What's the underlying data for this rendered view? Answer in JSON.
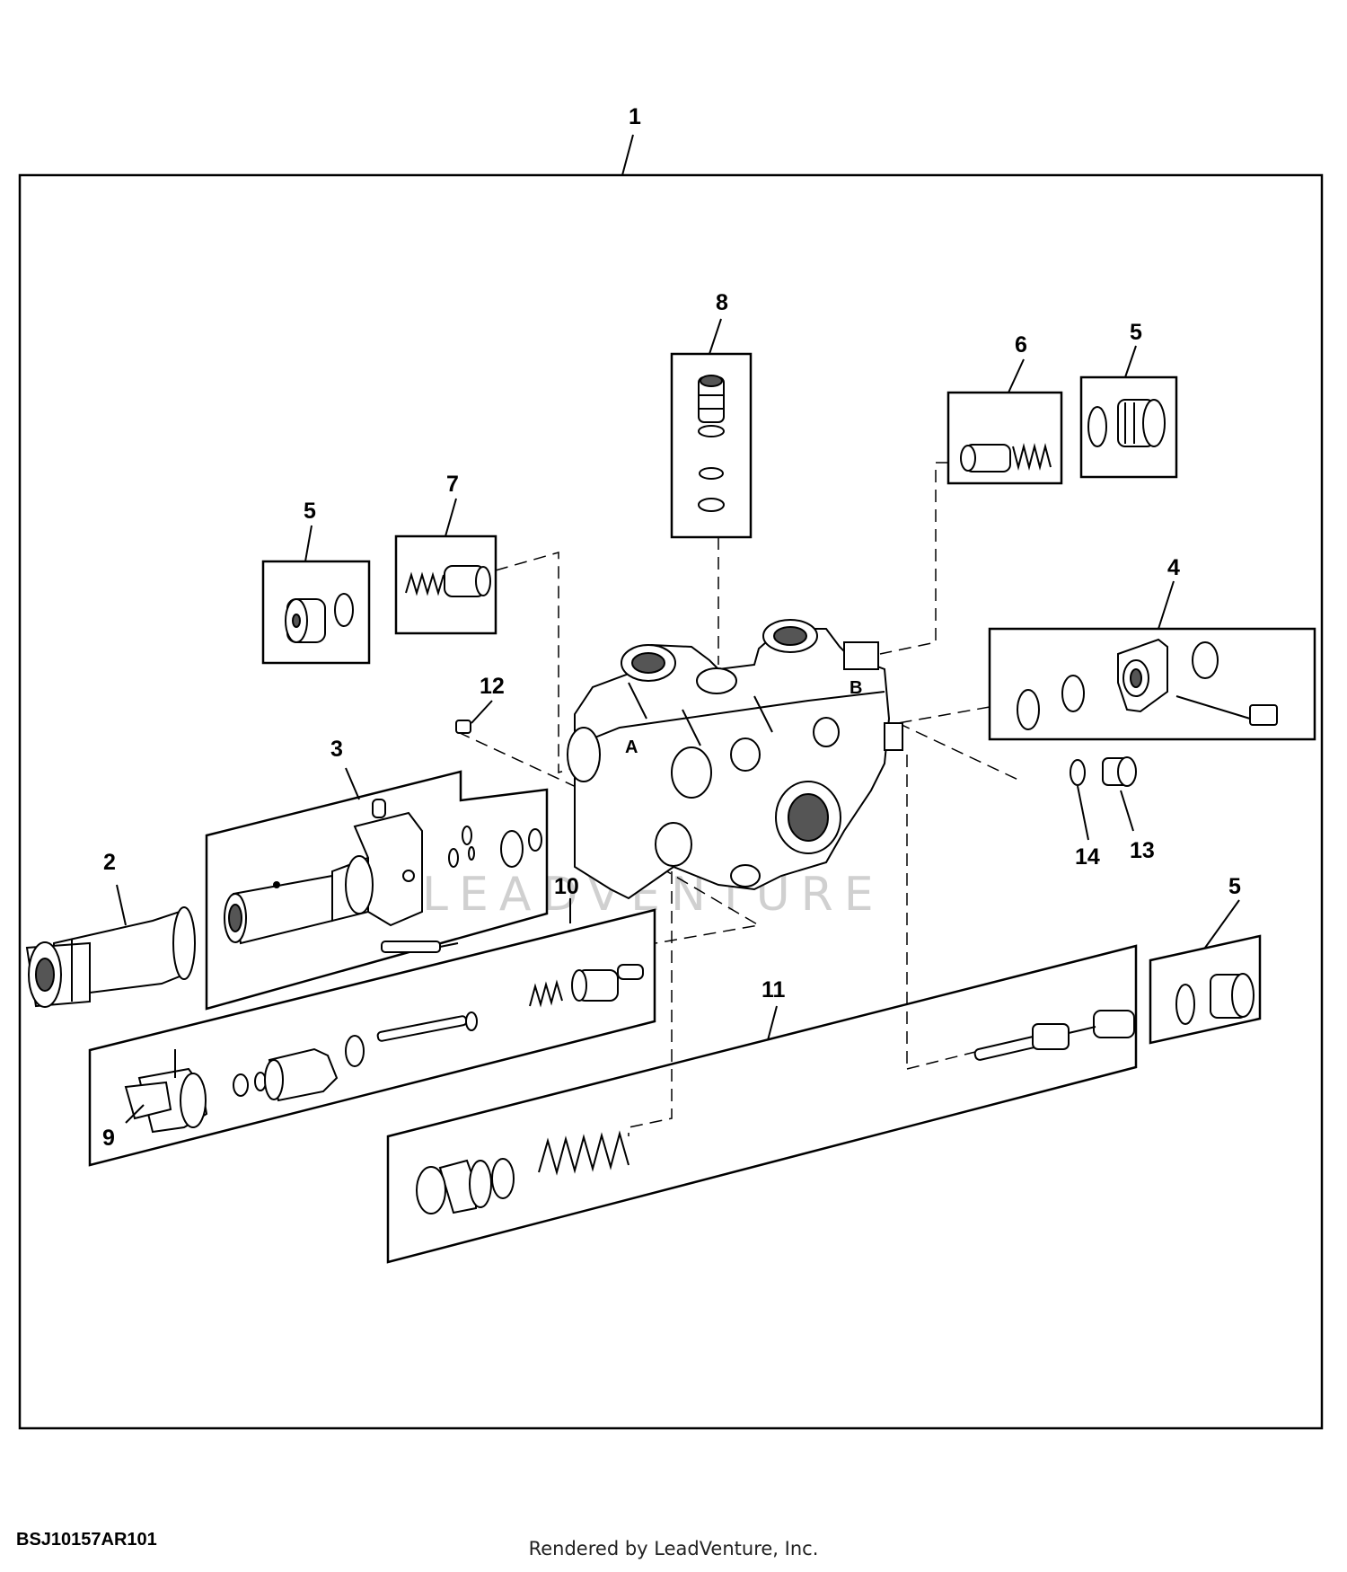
{
  "callouts": {
    "c1": "1",
    "c2": "2",
    "c3": "3",
    "c4": "4",
    "c5": "5",
    "c6": "6",
    "c7": "7",
    "c8": "8",
    "c9": "9",
    "c10": "10",
    "c11": "11",
    "c12": "12",
    "c13": "13",
    "c14": "14"
  },
  "port_labels": {
    "a": "A",
    "b": "B"
  },
  "watermark": "LEADVENTURE",
  "drawing_number": "BSJ10157AR101",
  "footer": "Rendered by LeadVenture, Inc."
}
